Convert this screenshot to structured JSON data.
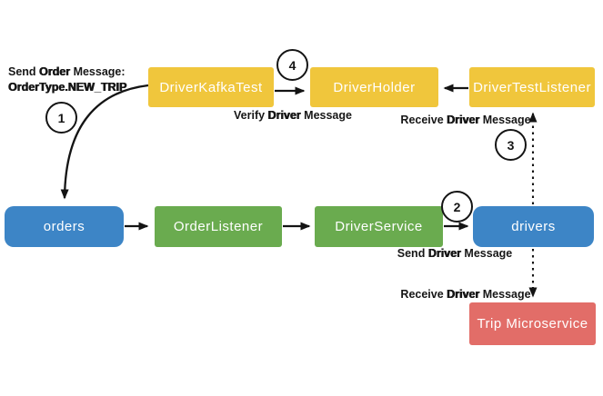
{
  "colors": {
    "background": "#ffffff",
    "ink": "#1b1b1b",
    "topic_blue": "#3D85C6",
    "service_green": "#6AAB4F",
    "test_yellow": "#F0C63C",
    "microservice_red": "#E26D68",
    "node_text": "#FFFFFF"
  },
  "diagram": {
    "nodes": [
      {
        "label": "DriverKafkaTest",
        "color": "#F0C63C"
      },
      {
        "label": "DriverHolder",
        "color": "#F0C63C"
      },
      {
        "label": "DriverTestListener",
        "color": "#F0C63C"
      },
      {
        "label": "orders",
        "color": "#3D85C6"
      },
      {
        "label": "OrderListener",
        "color": "#6AAB4F"
      },
      {
        "label": "DriverService",
        "color": "#6AAB4F"
      },
      {
        "label": "drivers",
        "color": "#3D85C6"
      },
      {
        "label": "Trip Microservice",
        "color": "#E26D68"
      }
    ],
    "step_markers": [
      {
        "number": "1"
      },
      {
        "number": "2"
      },
      {
        "number": "3"
      },
      {
        "number": "4"
      }
    ],
    "annotations": [
      {
        "pre": "Send ",
        "em": "Order",
        "post": " Message:",
        "line2": "OrderType.NEW_TRIP"
      },
      {
        "pre": "Verify ",
        "em": "Driver",
        "post": " Message"
      },
      {
        "pre": "Receive ",
        "em": "Driver",
        "post": " Message"
      },
      {
        "pre": "Send ",
        "em": "Driver",
        "post": " Message"
      },
      {
        "pre": "Receive ",
        "em": "Driver",
        "post": " Message"
      }
    ]
  }
}
